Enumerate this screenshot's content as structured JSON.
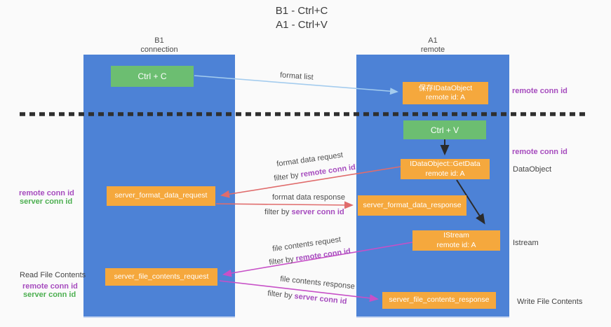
{
  "title": {
    "line1": "B1 - Ctrl+C",
    "line2": "A1 - Ctrl+V"
  },
  "columns": {
    "left": {
      "name": "B1",
      "role": "connection"
    },
    "right": {
      "name": "A1",
      "role": "remote"
    }
  },
  "boxes": {
    "ctrl_c": {
      "label": "Ctrl + C"
    },
    "ctrl_v": {
      "label": "Ctrl + V"
    },
    "save_idataobject": {
      "line1": "保存IDataObject",
      "line2": "remote id: A"
    },
    "idataobject_getdata": {
      "line1": "IDataObject::GetData",
      "line2": "remote id: A"
    },
    "istream": {
      "line1": "IStream",
      "line2": "remote id: A"
    },
    "server_format_data_request": {
      "label": "server_format_data_request"
    },
    "server_format_data_response": {
      "label": "server_format_data_response"
    },
    "server_file_contents_request": {
      "label": "server_file_contents_request"
    },
    "server_file_contents_response": {
      "label": "server_file_contents_response"
    }
  },
  "arrow_labels": {
    "format_list": "format list",
    "format_data_request": "format data request",
    "format_data_response": "format data response",
    "file_contents_request": "file contents request",
    "file_contents_response": "file contents response",
    "filter_prefix": "filter by ",
    "remote_conn_id": "remote conn id",
    "server_conn_id": "server conn id"
  },
  "side_labels": {
    "remote_conn_id": "remote conn id",
    "server_conn_id": "server conn id",
    "data_object": "DataObject",
    "istream": "Istream",
    "read_file_contents": "Read File Contents",
    "write_file_contents": "Write File Contents"
  },
  "colors": {
    "column_blue": "#4d82d6",
    "box_orange": "#f5a83d",
    "box_green": "#6cbe71",
    "arrow_light_blue": "#a4ccee",
    "arrow_salmon": "#e06c6c",
    "arrow_magenta": "#c750c7",
    "arrow_black": "#2b2b2b",
    "label_purple": "#a64cbe",
    "label_green": "#4caf50",
    "background": "#fafafa"
  }
}
